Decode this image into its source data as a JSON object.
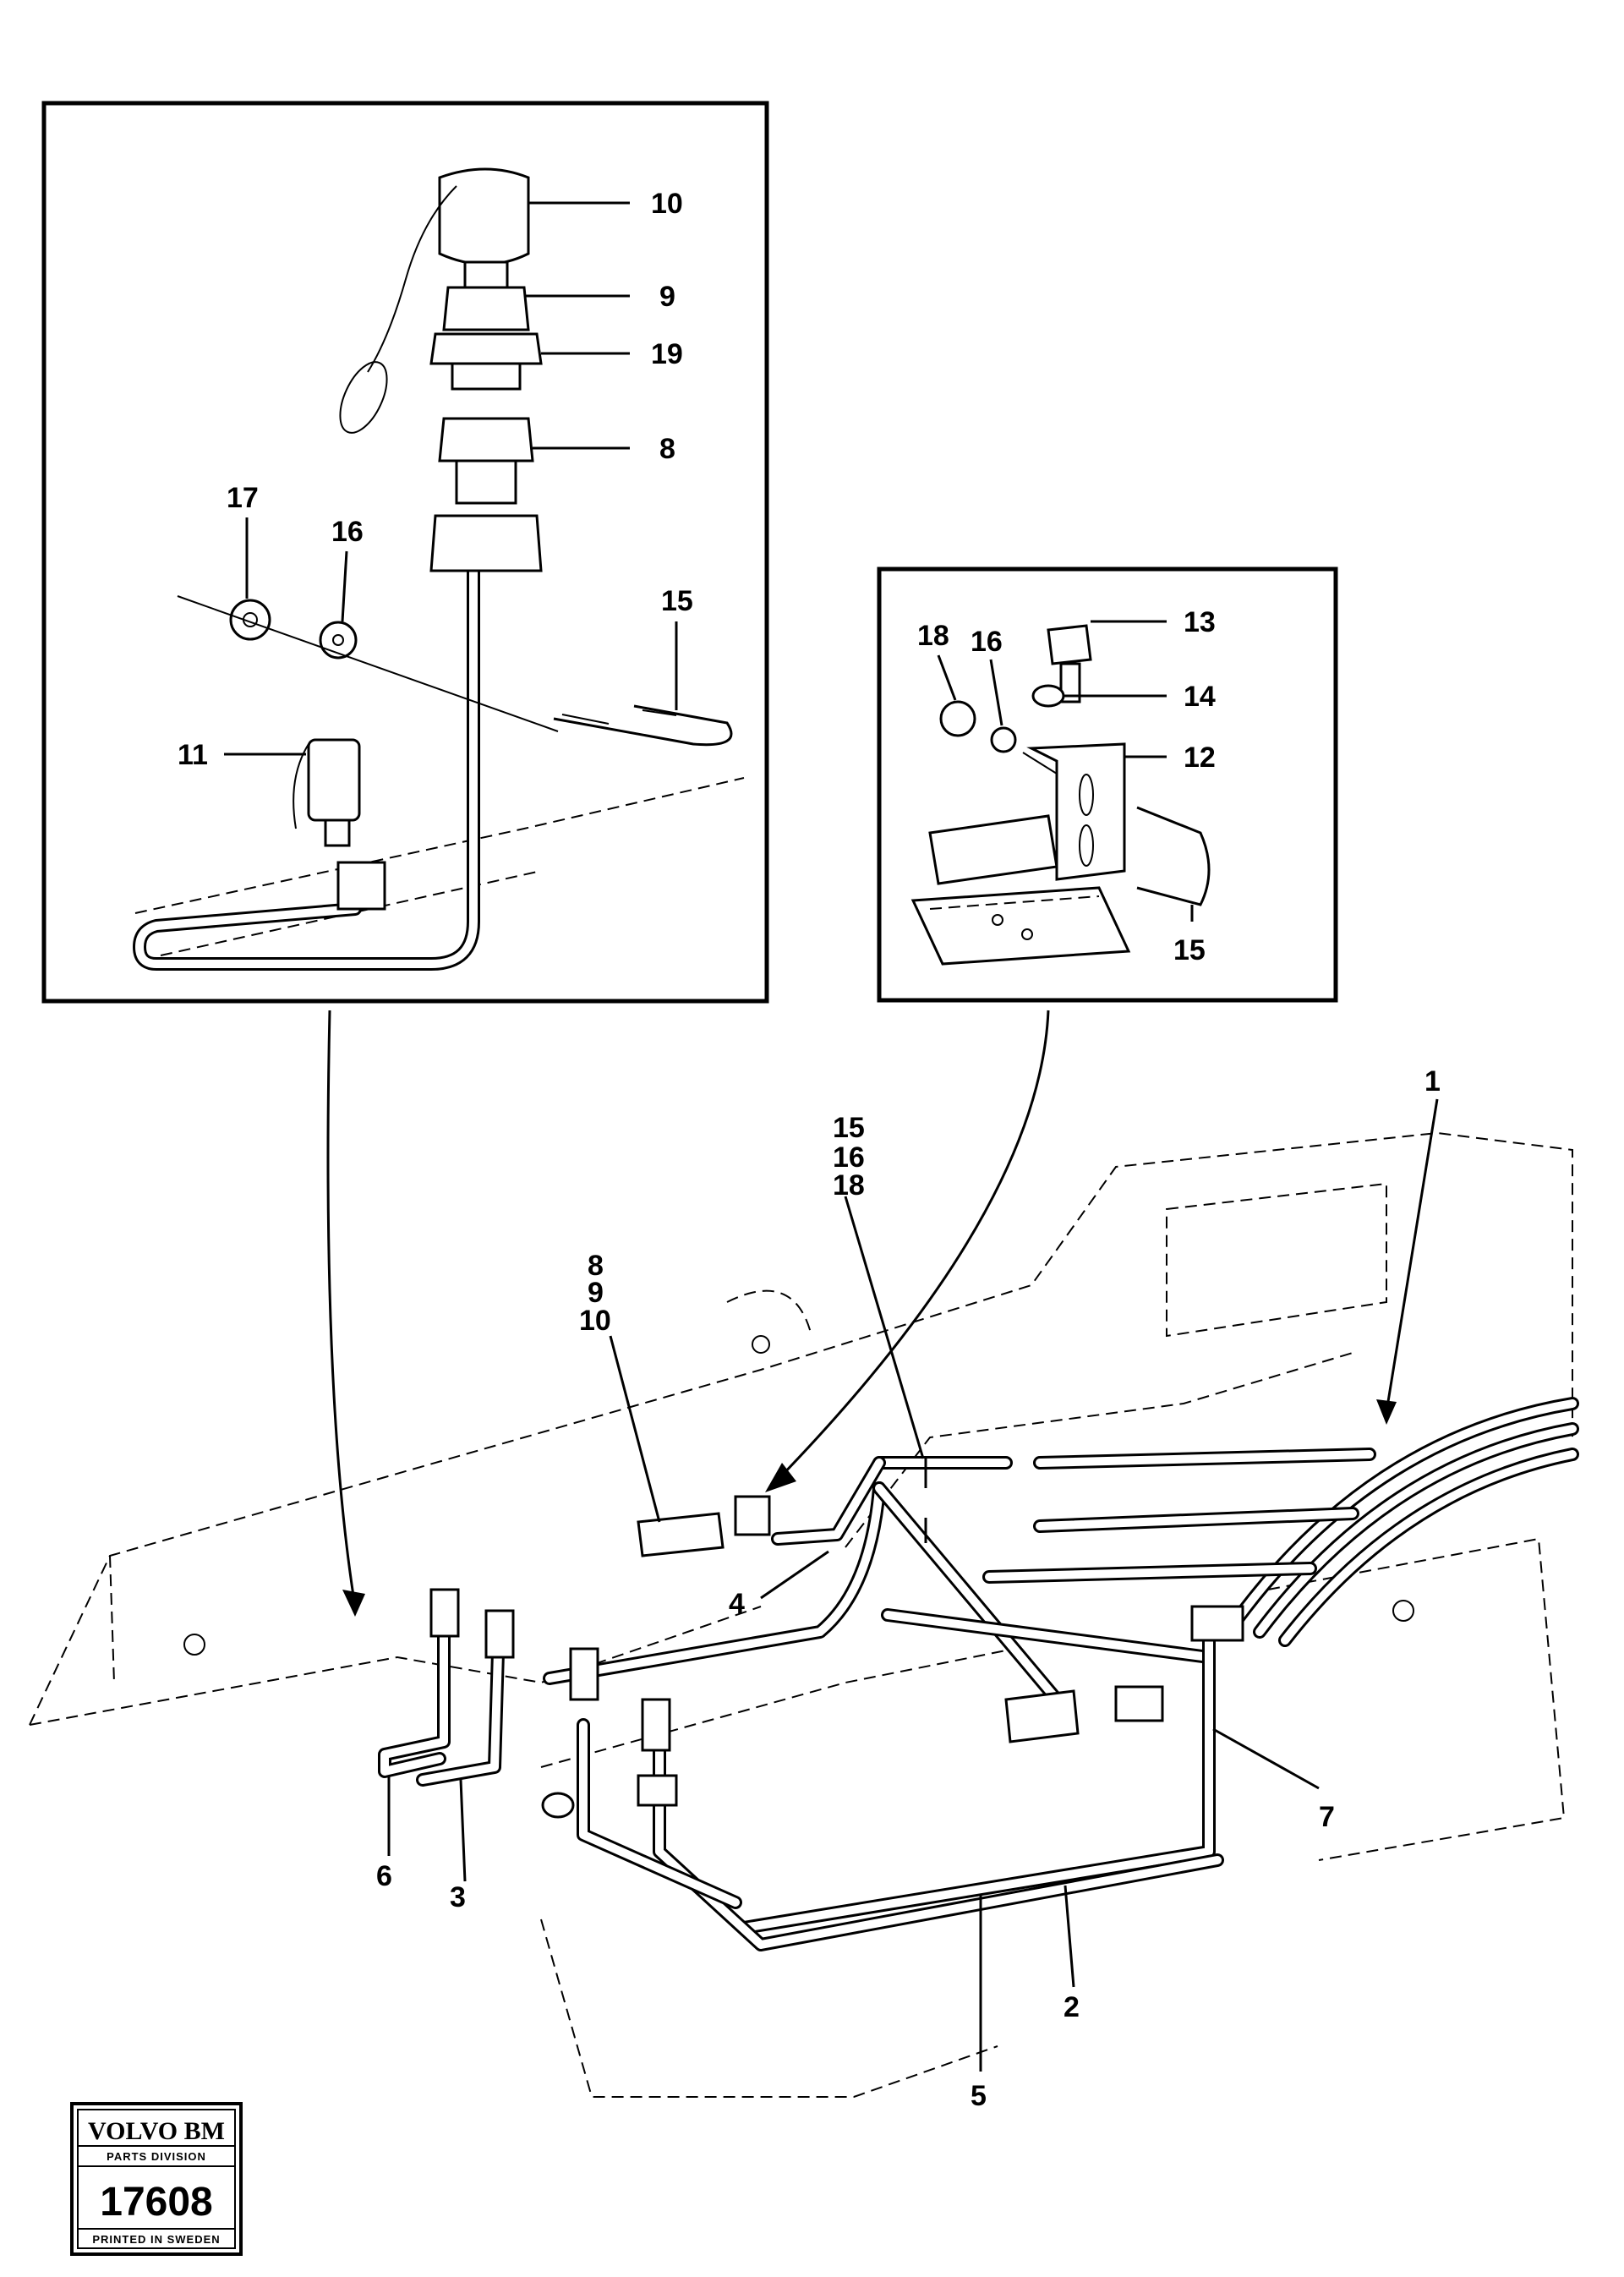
{
  "stamp": {
    "brand": "VOLVO BM",
    "division": "PARTS DIVISION",
    "number": "17608",
    "printed": "PRINTED IN SWEDEN"
  },
  "callouts": {
    "inset_left": [
      "10",
      "9",
      "19",
      "8",
      "17",
      "16",
      "15",
      "11"
    ],
    "inset_right": [
      "18",
      "16",
      "13",
      "14",
      "12",
      "15"
    ],
    "main": [
      "1",
      "15",
      "16",
      "18",
      "8",
      "9",
      "10",
      "4",
      "6",
      "3",
      "7",
      "5",
      "2"
    ]
  }
}
